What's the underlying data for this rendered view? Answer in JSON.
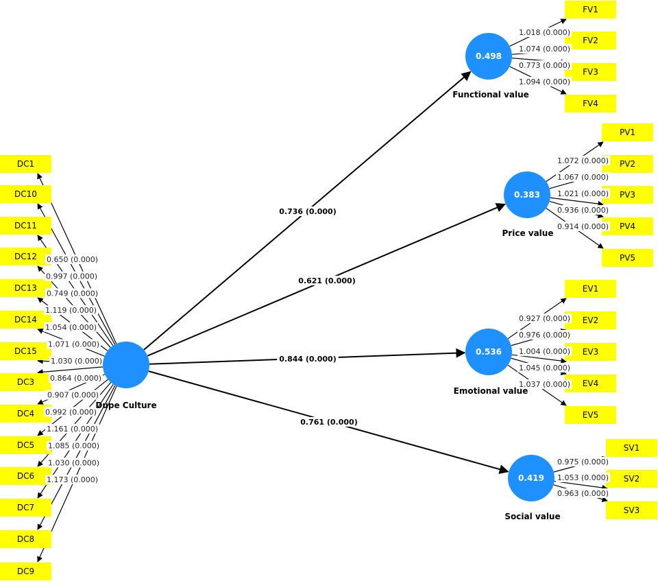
{
  "colors": {
    "latent_fill": "#1e90ff",
    "indicator_fill": "#ffff00",
    "line": "#000000",
    "label_bg": "#ffffff"
  },
  "latent_variables": [
    {
      "id": "DC",
      "name": "Dupe Culture",
      "r2": null
    },
    {
      "id": "FV",
      "name": "Functional value",
      "r2": "0.498"
    },
    {
      "id": "PV",
      "name": "Price value",
      "r2": "0.383"
    },
    {
      "id": "EV",
      "name": "Emotional value",
      "r2": "0.536"
    },
    {
      "id": "SV",
      "name": "Social value",
      "r2": "0.419"
    }
  ],
  "paths": [
    {
      "from": "DC",
      "to": "FV",
      "label": "0.736 (0.000)"
    },
    {
      "from": "DC",
      "to": "PV",
      "label": "0.621 (0.000)"
    },
    {
      "from": "DC",
      "to": "EV",
      "label": "0.844 (0.000)"
    },
    {
      "from": "DC",
      "to": "SV",
      "label": "0.761 (0.000)"
    }
  ],
  "indicators": {
    "DC": [
      {
        "name": "DC1",
        "loading": "0.650 (0.000)"
      },
      {
        "name": "DC10",
        "loading": "0.997 (0.000)"
      },
      {
        "name": "DC11",
        "loading": "0.749 (0.000)"
      },
      {
        "name": "DC12",
        "loading": "1.119 (0.000)"
      },
      {
        "name": "DC13",
        "loading": "1.054 (0.000)"
      },
      {
        "name": "DC14",
        "loading": "1.071 (0.000)"
      },
      {
        "name": "DC15",
        "loading": "1.030 (0.000)"
      },
      {
        "name": "DC3",
        "loading": "0.864 (0.000)"
      },
      {
        "name": "DC4",
        "loading": "0.907 (0.000)"
      },
      {
        "name": "DC5",
        "loading": "0.992 (0.000)"
      },
      {
        "name": "DC6",
        "loading": "1.161 (0.000)"
      },
      {
        "name": "DC7",
        "loading": "1.085 (0.000)"
      },
      {
        "name": "DC8",
        "loading": "1.030 (0.000)"
      },
      {
        "name": "DC9",
        "loading": "1.173 (0.000)"
      }
    ],
    "FV": [
      {
        "name": "FV1",
        "loading": "1.018 (0.000)"
      },
      {
        "name": "FV2",
        "loading": "1.074 (0.000)"
      },
      {
        "name": "FV3",
        "loading": "0.773 (0.000)"
      },
      {
        "name": "FV4",
        "loading": "1.094 (0.000)"
      }
    ],
    "PV": [
      {
        "name": "PV1",
        "loading": "1.072 (0.000)"
      },
      {
        "name": "PV2",
        "loading": "1.067 (0.000)"
      },
      {
        "name": "PV3",
        "loading": "1.021 (0.000)"
      },
      {
        "name": "PV4",
        "loading": "0.936 (0.000)"
      },
      {
        "name": "PV5",
        "loading": "0.914 (0.000)"
      }
    ],
    "EV": [
      {
        "name": "EV1",
        "loading": "0.927 (0.000)"
      },
      {
        "name": "EV2",
        "loading": "0.976 (0.000)"
      },
      {
        "name": "EV3",
        "loading": "1.004 (0.000)"
      },
      {
        "name": "EV4",
        "loading": "1.045 (0.000)"
      },
      {
        "name": "EV5",
        "loading": "1.037 (0.000)"
      }
    ],
    "SV": [
      {
        "name": "SV1",
        "loading": "0.975 (0.000)"
      },
      {
        "name": "SV2",
        "loading": "1.053 (0.000)"
      },
      {
        "name": "SV3",
        "loading": "0.963 (0.000)"
      }
    ]
  }
}
